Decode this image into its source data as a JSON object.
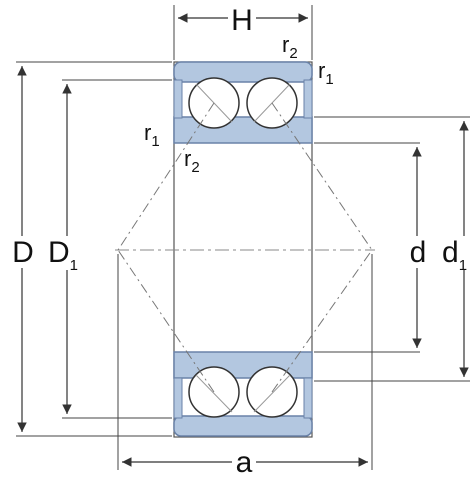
{
  "labels": {
    "H": "H",
    "r2_top": {
      "base": "r",
      "sub": "2"
    },
    "r1_top": {
      "base": "r",
      "sub": "1"
    },
    "r1_left": {
      "base": "r",
      "sub": "1"
    },
    "r2_left": {
      "base": "r",
      "sub": "2"
    },
    "D": "D",
    "D1": {
      "base": "D",
      "sub": "1"
    },
    "d": "d",
    "d1": {
      "base": "d",
      "sub": "1"
    },
    "a": "a"
  },
  "colors": {
    "ring_fill": "#b3c7e0",
    "ring_stroke": "#6a82a8",
    "line": "#333333",
    "ball_fill": "#ffffff",
    "ball_shade": "#e7ecf2"
  }
}
